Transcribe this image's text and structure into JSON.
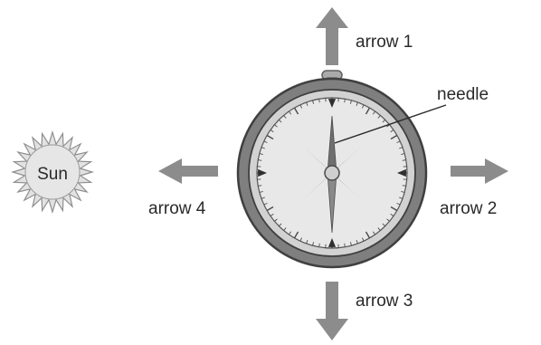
{
  "labels": {
    "sun": "Sun",
    "arrow_1": "arrow 1",
    "arrow_2": "arrow 2",
    "arrow_3": "arrow 3",
    "arrow_4": "arrow 4",
    "needle": "needle"
  },
  "colors": {
    "arrow": "#8c8c8c",
    "sun_fill": "#e2e2e2",
    "sun_stroke": "#8f8f8f",
    "compass_case": "#7f7f7f",
    "compass_face": "#e8e8e8",
    "needle": "#6f6f6f",
    "text": "#2a2a2a"
  }
}
